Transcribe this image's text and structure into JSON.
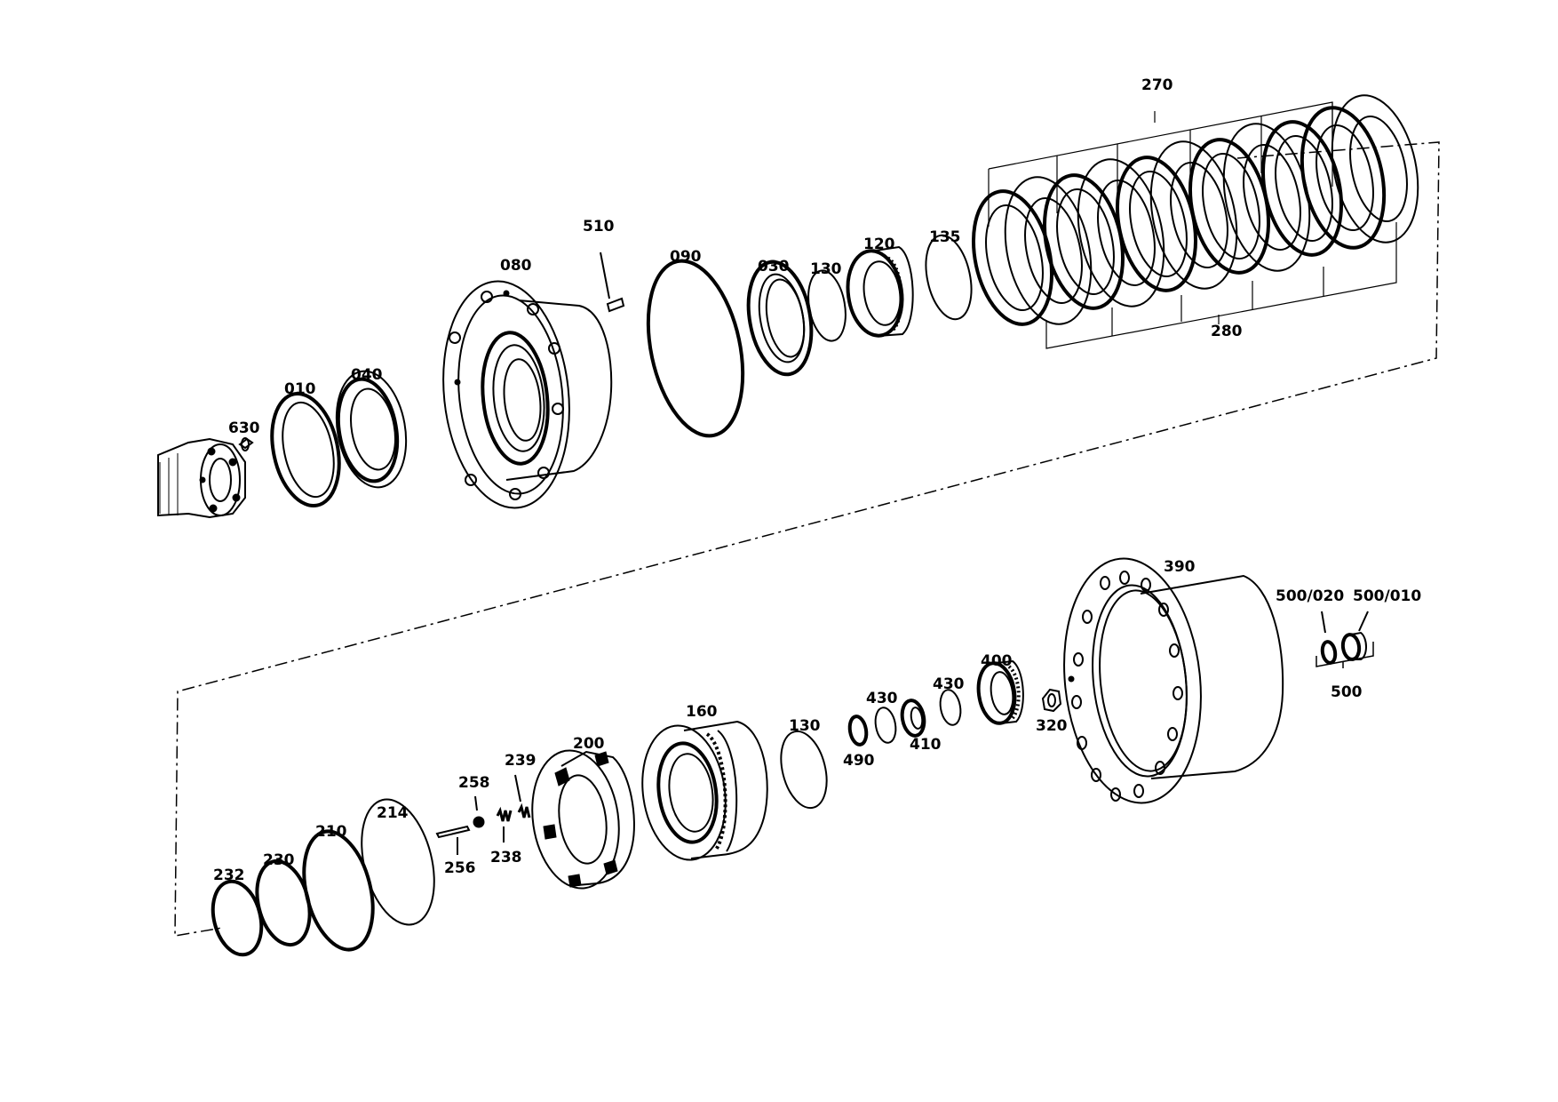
{
  "labels": {
    "p270": "270",
    "p280": "280",
    "p510": "510",
    "p080": "080",
    "p090": "090",
    "p030": "030",
    "p130a": "130",
    "p120": "120",
    "p135": "135",
    "p010": "010",
    "p040": "040",
    "p630": "630",
    "p390": "390",
    "p500_020": "500/020",
    "p500_010": "500/010",
    "p500": "500",
    "p400": "400",
    "p430a": "430",
    "p430b": "430",
    "p320": "320",
    "p410": "410",
    "p490": "490",
    "p160": "160",
    "p130b": "130",
    "p200": "200",
    "p239": "239",
    "p258": "258",
    "p238": "238",
    "p256": "256",
    "p214": "214",
    "p210": "210",
    "p230": "230",
    "p232": "232"
  },
  "colors": {
    "line": "#000000",
    "background": "#ffffff"
  }
}
